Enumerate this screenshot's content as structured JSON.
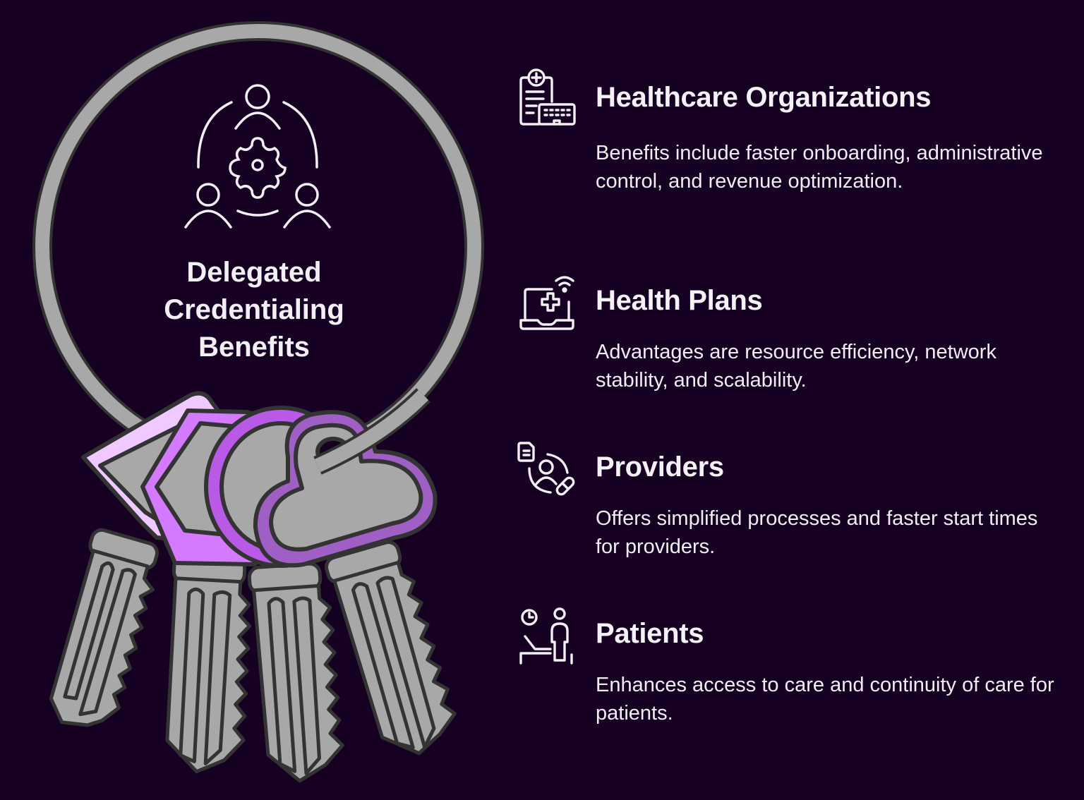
{
  "central": {
    "title_lines": [
      "Delegated",
      "Credentialing",
      "Benefits"
    ],
    "icon": "team-collaboration-gear-icon"
  },
  "colors": {
    "background": "#160123",
    "ring": "#a8a8a8",
    "outline": "#333333",
    "tag_1": "#efc9ff",
    "tag_2": "#d47aff",
    "tag_3": "#b95ae6",
    "tag_4": "#a05fc4",
    "key_metal": "#a8a8a8",
    "text": "#f2f0f4"
  },
  "items": [
    {
      "title": "Healthcare Organizations",
      "description": "Benefits include faster onboarding, administrative control, and revenue optimization.",
      "icon": "hospital-clipboard-icon"
    },
    {
      "title": "Health Plans",
      "description": "Advantages are resource efficiency, network stability, and scalability.",
      "icon": "telehealth-laptop-icon"
    },
    {
      "title": "Providers",
      "description": "Offers simplified processes and faster start times for providers.",
      "icon": "provider-document-pill-icon"
    },
    {
      "title": "Patients",
      "description": "Enhances access to care and continuity of care for patients.",
      "icon": "patient-waiting-clock-icon"
    }
  ]
}
